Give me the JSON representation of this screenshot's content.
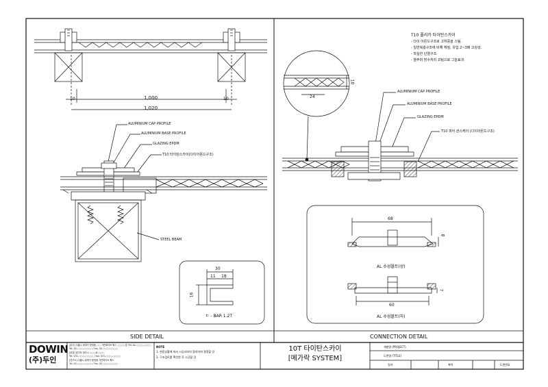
{
  "panels": {
    "left_caption": "SIDE DETAIL",
    "right_caption": "CONNECTION DETAIL"
  },
  "side_detail": {
    "dim_1000": "1,000",
    "dim_1020": "1,020",
    "dim_10_left": "10",
    "dim_10_right": "10",
    "callouts": [
      "ALUMINIUM CAP PROFILE",
      "ALUMINIUM BASE PROFILE",
      "GLAZING EPDM",
      "T10 타이탄스카이(다이아몬드구조)"
    ],
    "steel_beam": "STEEL BEAM",
    "bar_dims": [
      "30",
      "11",
      "18",
      "16"
    ],
    "bar_label": "ㄷ - BAR 1.2T"
  },
  "connection_detail": {
    "notes_title": "T10 폴리카 타이탄스카이",
    "notes": [
      "- 다이 아몬드구조로 고하중을 스팀.",
      "- 일반복층구조에 비해 재질, 유입 2~3배 고강성.",
      "- 착실한 단열구조.",
      "- 열주머 방수처리 코팅으로 그늘효과."
    ],
    "zoom_dims": [
      "10",
      "24"
    ],
    "callouts": [
      "ALUMINIUM CAP PROFILE",
      "ALUMINIUM BASE PROFILE",
      "GLAZING EPDM",
      "T10 피어 관스케이 (다이아몬드구조)"
    ],
    "cap_width": "68",
    "cap_height": "8",
    "cap_label": "AL 수성볼트(상)",
    "base_width": "60",
    "base_height": "7",
    "base_label": "AL 수성볼트(하)"
  },
  "title_block": {
    "logo_en": "DOWIN",
    "logo_kr": "(주)두인",
    "company_lines": [
      "[본사] 서울시 송파구 문정동 ○○ 가든파이브 웍스 ○○○○호  TEL 02-○○○-○○○○",
      "Tel. 02-○○○-○○○○  /  Fax. 02-○○○-○○○○",
      "[공장] 경기도 광주시 ○○○로 ○○○",
      "Tel. 031-○○○-○○○○  /  Fax. 031-○○○-○○○○",
      "[연구소] 서울시 송파구 문정동 가든파이브 웍스",
      "Tel. 02-○○○-○○○○  /  Fax. 02-○○○-○○○○"
    ],
    "note_title": "NOTE",
    "note_lines": [
      "1. 현장상황에 따라 시공사와의 협의하여 결정할 것",
      "2. 구조검토를 확인한 후 시공할 것"
    ],
    "main_title": "10T 타이탄스카이",
    "sub_title": "[메가락 SYSTEM]",
    "project_label": "개발명 (PROJECT)",
    "title_label": "도면명 (TITLE)",
    "date_label": "일자",
    "scale_label": "축척",
    "no_label": "도면번호"
  }
}
